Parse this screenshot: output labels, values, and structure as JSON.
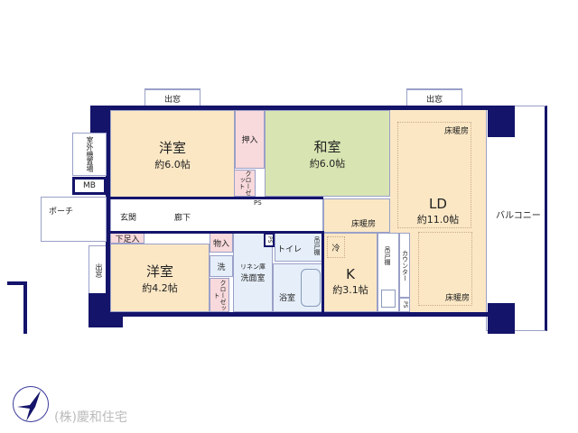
{
  "rooms": {
    "western1": {
      "name": "洋室",
      "size": "約6.0帖"
    },
    "japanese": {
      "name": "和室",
      "size": "約6.0帖"
    },
    "ld": {
      "name": "LD",
      "size": "約11.0帖"
    },
    "western2": {
      "name": "洋室",
      "size": "約4.2帖"
    },
    "kitchen": {
      "name": "K",
      "size": "約3.1帖"
    }
  },
  "labels": {
    "bay_window": "出窓",
    "oshiire": "押入",
    "closet": "クローゼット",
    "ps": "PS",
    "entrance": "玄関",
    "hallway": "廊下",
    "shoe_box": "下足入",
    "storage": "物入",
    "washer": "洗",
    "linen": "リネン庫",
    "washroom": "洗面室",
    "toilet": "トイレ",
    "hanging_shelf": "吊戸棚",
    "bath": "浴室",
    "fridge": "冷",
    "counter": "カウンター",
    "floor_heating": "床暖房",
    "balcony": "バルコニー",
    "mb": "MB",
    "outdoor_unit": "室外機置場",
    "porch": "ポーチ"
  },
  "company": "(株)慶和住宅"
}
